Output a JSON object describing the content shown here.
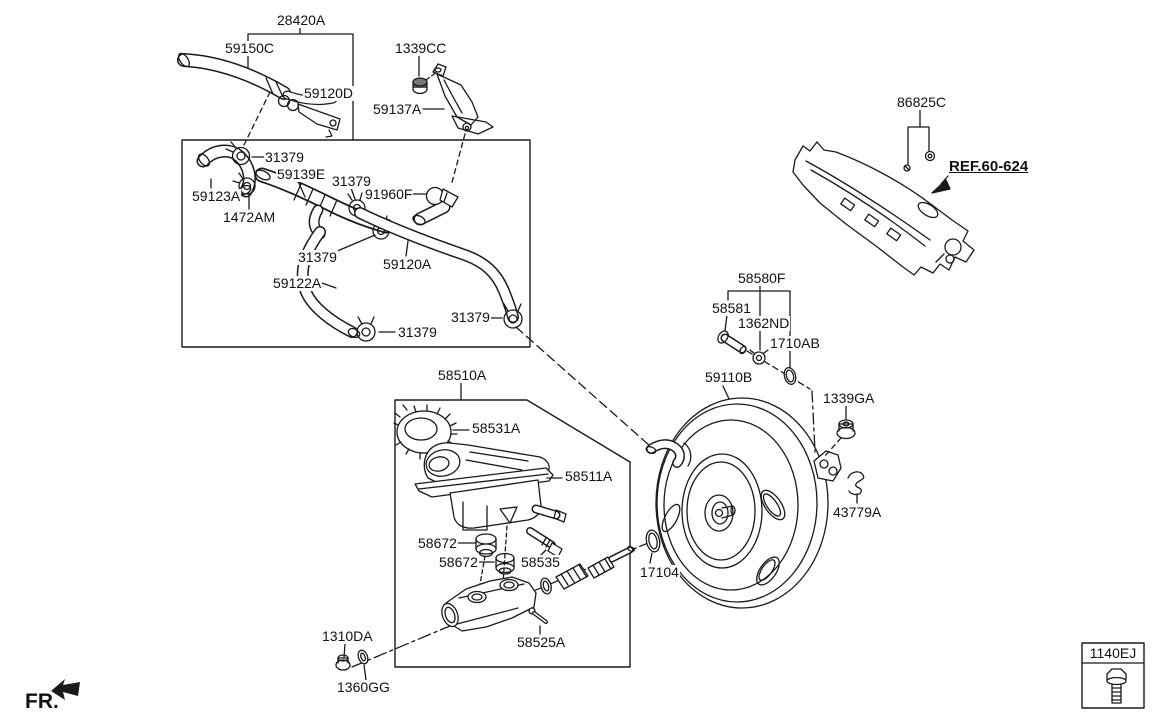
{
  "diagram_type": "exploded-parts-diagram",
  "subject": "brake booster and master cylinder with vacuum hoses",
  "colors": {
    "background": "#ffffff",
    "line": "#1a1a1a",
    "text": "#111111"
  },
  "fr_indicator": {
    "label": "FR.",
    "icon": "direction-arrow-icon"
  },
  "legend": {
    "part_number": "1140EJ",
    "icon": "bolt-icon"
  },
  "part_labels": [
    {
      "id": "28420A",
      "text": "28420A"
    },
    {
      "id": "59150C",
      "text": "59150C"
    },
    {
      "id": "1339CC",
      "text": "1339CC"
    },
    {
      "id": "59120D",
      "text": "59120D"
    },
    {
      "id": "59137A",
      "text": "59137A"
    },
    {
      "id": "86825C",
      "text": "86825C"
    },
    {
      "id": "REF.60-624",
      "text": "REF.60-624"
    },
    {
      "id": "31379-a",
      "text": "31379"
    },
    {
      "id": "59139E",
      "text": "59139E"
    },
    {
      "id": "31379-b",
      "text": "31379"
    },
    {
      "id": "91960F",
      "text": "91960F"
    },
    {
      "id": "59123A",
      "text": "59123A"
    },
    {
      "id": "1472AM",
      "text": "1472AM"
    },
    {
      "id": "31379-c",
      "text": "31379"
    },
    {
      "id": "59120A",
      "text": "59120A"
    },
    {
      "id": "59122A",
      "text": "59122A"
    },
    {
      "id": "31379-d",
      "text": "31379"
    },
    {
      "id": "31379-e",
      "text": "31379"
    },
    {
      "id": "58580F",
      "text": "58580F"
    },
    {
      "id": "58581",
      "text": "58581"
    },
    {
      "id": "1362ND",
      "text": "1362ND"
    },
    {
      "id": "1710AB",
      "text": "1710AB"
    },
    {
      "id": "59110B",
      "text": "59110B"
    },
    {
      "id": "1339GA",
      "text": "1339GA"
    },
    {
      "id": "43779A",
      "text": "43779A"
    },
    {
      "id": "17104",
      "text": "17104"
    },
    {
      "id": "58510A",
      "text": "58510A"
    },
    {
      "id": "58531A",
      "text": "58531A"
    },
    {
      "id": "58511A",
      "text": "58511A"
    },
    {
      "id": "58672-a",
      "text": "58672"
    },
    {
      "id": "58672-b",
      "text": "58672"
    },
    {
      "id": "58535",
      "text": "58535"
    },
    {
      "id": "58525A",
      "text": "58525A"
    },
    {
      "id": "1310DA",
      "text": "1310DA"
    },
    {
      "id": "1360GG",
      "text": "1360GG"
    }
  ]
}
